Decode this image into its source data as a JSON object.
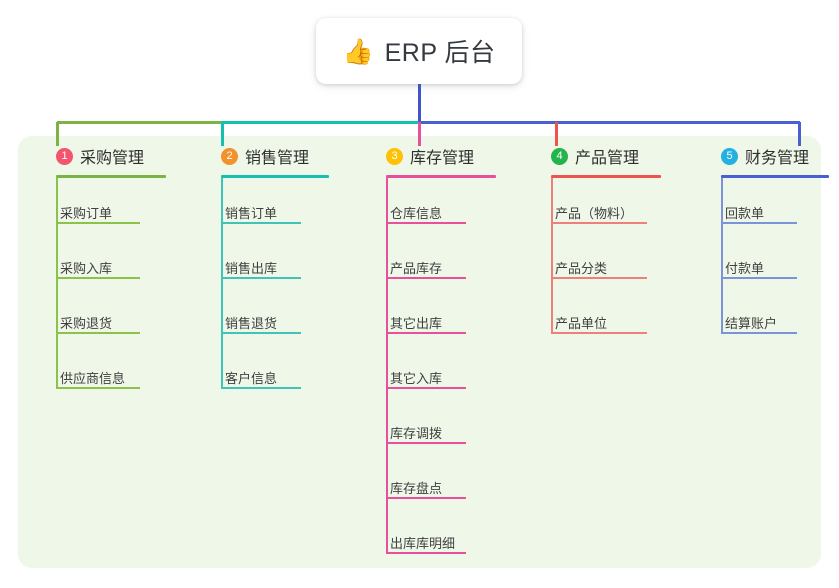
{
  "root": {
    "icon": "thumbs-up-emoji",
    "emoji": "👍",
    "title": "ERP 后台"
  },
  "palette": {
    "page_bg": "#ffffff",
    "board_bg": "#eff7e9",
    "root_card_bg": "#ffffff",
    "text": "#3a3a3a",
    "branch_green": "#7cb342",
    "branch_teal": "#17bfb0",
    "branch_pink": "#e8509b",
    "branch_red": "#ef5350",
    "branch_blue": "#4a5fd4",
    "trunk_blue": "#4254c7",
    "leaf_green": "#8bc34a",
    "leaf_teal": "#40c4b8",
    "leaf_pink": "#e8509b",
    "leaf_red": "#ef7f7a",
    "leaf_blue": "#7b93d8",
    "badge1": "#f2556d",
    "badge2": "#f3912c",
    "badge3": "#ffc107",
    "badge4": "#25b34b",
    "badge5": "#22b1e0"
  },
  "columns": [
    {
      "index": "1",
      "title": "采购管理",
      "badge_color": "#f2556d",
      "line_color": "#8bc34a",
      "head_rule_color": "#7cb342",
      "items": [
        {
          "label": "采购订单"
        },
        {
          "label": "采购入库"
        },
        {
          "label": "采购退货"
        },
        {
          "label": "供应商信息"
        }
      ]
    },
    {
      "index": "2",
      "title": "销售管理",
      "badge_color": "#f3912c",
      "line_color": "#40c4b8",
      "head_rule_color": "#17bfb0",
      "items": [
        {
          "label": "销售订单"
        },
        {
          "label": "销售出库"
        },
        {
          "label": "销售退货"
        },
        {
          "label": "客户信息"
        }
      ]
    },
    {
      "index": "3",
      "title": "库存管理",
      "badge_color": "#ffc107",
      "line_color": "#e8509b",
      "head_rule_color": "#e8509b",
      "items": [
        {
          "label": "仓库信息"
        },
        {
          "label": "产品库存"
        },
        {
          "label": "其它出库"
        },
        {
          "label": "其它入库"
        },
        {
          "label": "库存调拨"
        },
        {
          "label": "库存盘点"
        },
        {
          "label": "出库库明细"
        }
      ]
    },
    {
      "index": "4",
      "title": "产品管理",
      "badge_color": "#25b34b",
      "line_color": "#ef7f7a",
      "head_rule_color": "#ef5350",
      "items": [
        {
          "label": "产品（物料）"
        },
        {
          "label": "产品分类"
        },
        {
          "label": "产品单位"
        }
      ]
    },
    {
      "index": "5",
      "title": "财务管理",
      "badge_color": "#22b1e0",
      "line_color": "#7b93d8",
      "head_rule_color": "#4a5fd4",
      "items": [
        {
          "label": "回款单"
        },
        {
          "label": "付款单"
        },
        {
          "label": "结算账户"
        }
      ]
    }
  ]
}
